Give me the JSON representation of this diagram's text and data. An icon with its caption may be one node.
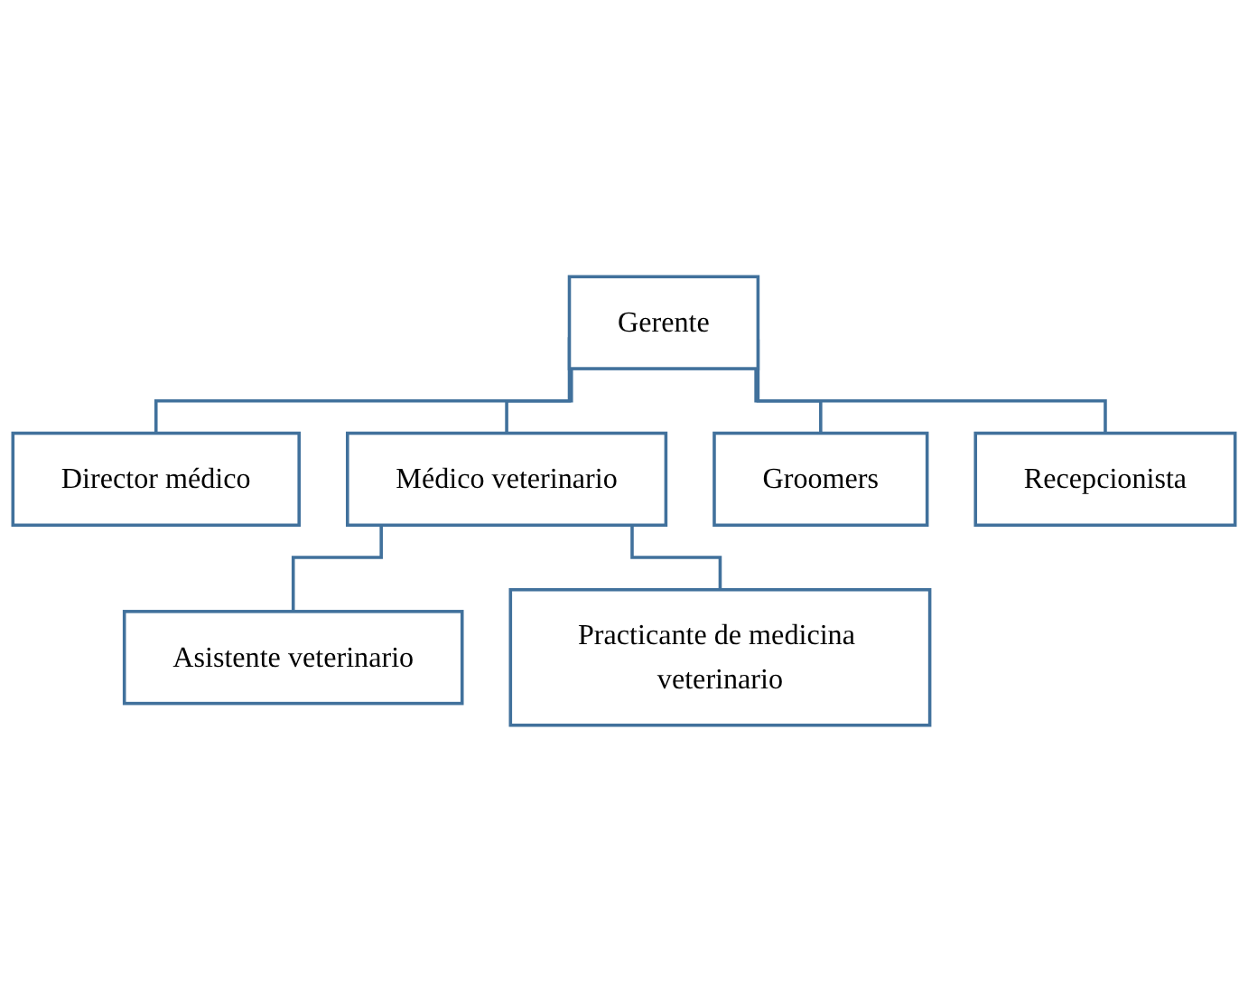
{
  "diagram": {
    "nodes": [
      {
        "text": [
          "Gerente"
        ]
      },
      {
        "text": [
          "Director médico"
        ]
      },
      {
        "text": [
          "Médico veterinario"
        ]
      },
      {
        "text": [
          "Groomers"
        ]
      },
      {
        "text": [
          "Recepcionista"
        ]
      },
      {
        "text": [
          "Asistente veterinario"
        ]
      },
      {
        "text": [
          "Practicante de medicina veterinario"
        ]
      }
    ],
    "edges": [
      {
        "from": 0,
        "to": 1,
        "arrow": "none"
      },
      {
        "from": 0,
        "to": 2,
        "arrow": "none"
      },
      {
        "from": 0,
        "to": 3,
        "arrow": "none"
      },
      {
        "from": 0,
        "to": 4,
        "arrow": "none"
      },
      {
        "from": 2,
        "to": 5,
        "arrow": "none"
      },
      {
        "from": 2,
        "to": 6,
        "arrow": "none"
      }
    ]
  }
}
